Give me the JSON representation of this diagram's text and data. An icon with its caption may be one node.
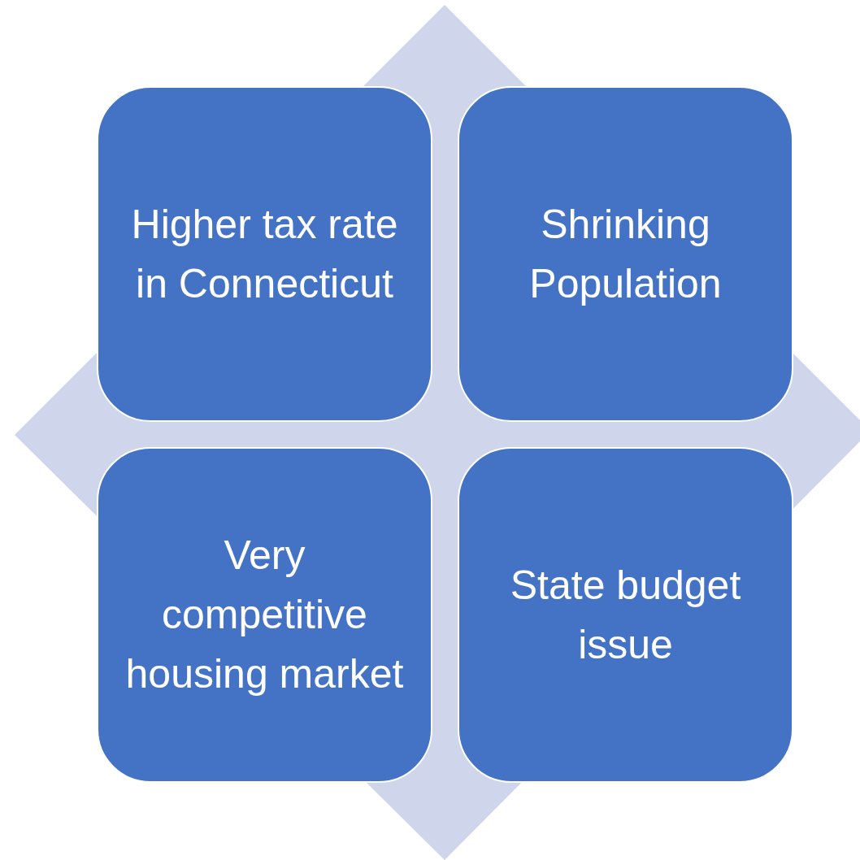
{
  "diagram": {
    "nodes": [
      {
        "text": [
          "Higher tax rate in Connecticut"
        ]
      },
      {
        "text": [
          "Shrinking Population"
        ]
      },
      {
        "text": [
          "Very competitive housing market"
        ]
      },
      {
        "text": [
          "State budget issue"
        ]
      }
    ]
  }
}
